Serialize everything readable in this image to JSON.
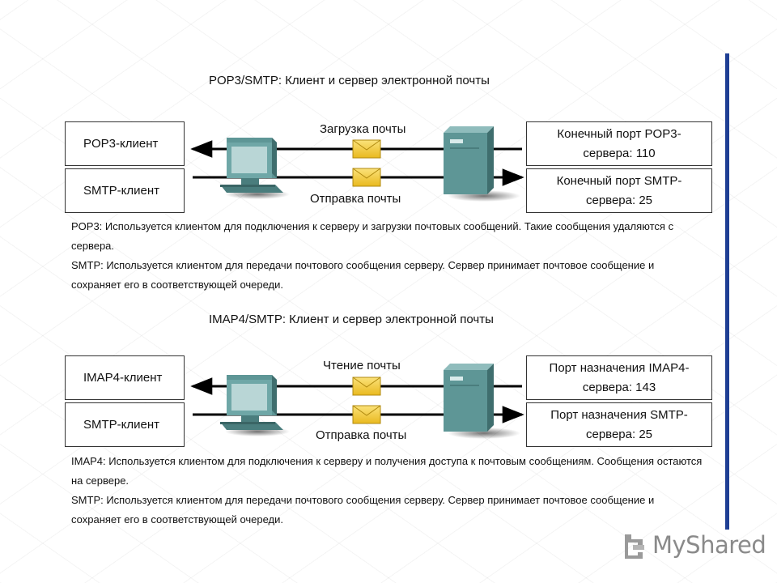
{
  "sections": [
    {
      "title": "POP3/SMTP: Клиент и сервер электронной почты",
      "left_boxes": [
        "POP3-клиент",
        "SMTP-клиент"
      ],
      "right_boxes": [
        "Конечный порт POP3-сервера: 110",
        "Конечный порт SMTP-сервера: 25"
      ],
      "download_label": "Загрузка почты",
      "send_label": "Отправка почты",
      "descriptions": [
        "POP3: Используется клиентом для подключения к серверу и загрузки почтовых сообщений. Такие сообщения удаляются с сервера.",
        "SMTP: Используется клиентом для передачи почтового сообщения серверу. Сервер принимает почтовое сообщение и сохраняет его в соответствующей очереди."
      ]
    },
    {
      "title": "IMAP4/SMTP: Клиент и сервер электронной почты",
      "left_boxes": [
        "IMAP4-клиент",
        "SMTP-клиент"
      ],
      "right_boxes": [
        "Порт назначения IMAP4-сервера: 143",
        "Порт назначения SMTP-сервера: 25"
      ],
      "download_label": "Чтение почты",
      "send_label": "Отправка почты",
      "descriptions": [
        "IMAP4: Используется клиентом для подключения к серверу и получения доступа к почтовым сообщениям. Сообщения остаются на сервере.",
        "SMTP: Используется клиентом для передачи почтового сообщения серверу. Сервер принимает почтовое сообщение и сохраняет его в соответствующей очереди."
      ]
    }
  ],
  "logo": {
    "text": "MyShared"
  },
  "colors": {
    "accent_rule": "#1f3f94",
    "computer": "#5e9696",
    "server": "#5e9696",
    "envelope": "#f2cc3c"
  },
  "icons": [
    "computer-icon",
    "server-icon",
    "envelope-icon"
  ]
}
